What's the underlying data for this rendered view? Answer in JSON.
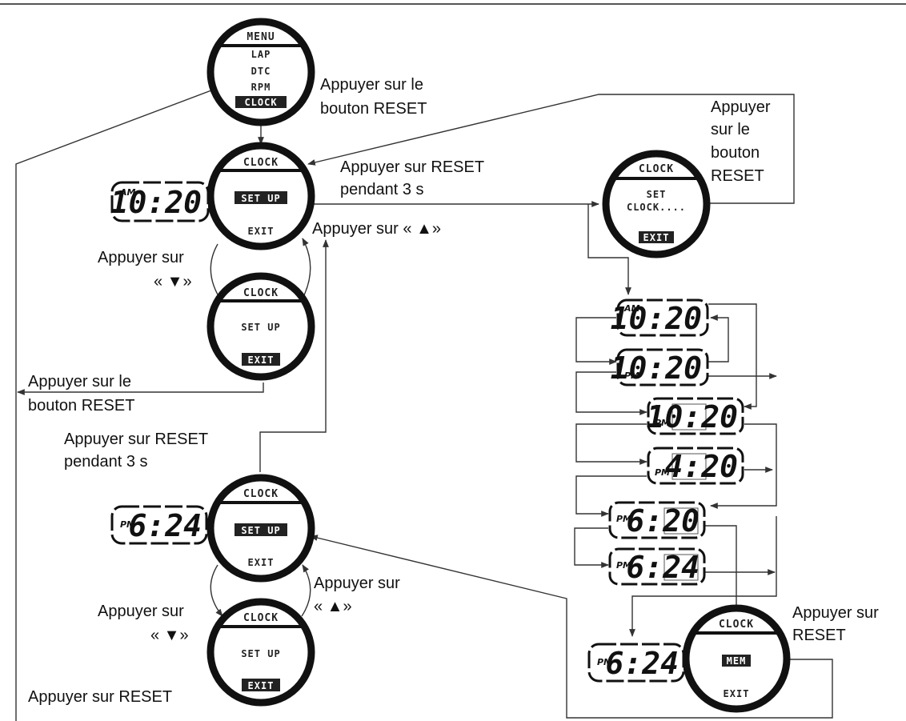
{
  "watch_screens": {
    "menu": {
      "header": "MENU",
      "line1": "LAP",
      "line2": "DTC",
      "line3": "RPM",
      "line4": "CLOCK"
    },
    "clock_setup_1": {
      "header": "CLOCK",
      "line1": "SET UP",
      "line2": "EXIT"
    },
    "clock_exit_1": {
      "header": "CLOCK",
      "line1": "SET UP",
      "line2": "EXIT"
    },
    "set_clock": {
      "header": "CLOCK",
      "line1": "SET",
      "line2": "CLOCK....",
      "line3": "EXIT"
    },
    "clock_setup_2": {
      "header": "CLOCK",
      "line1": "SET UP",
      "line2": "EXIT"
    },
    "clock_exit_2": {
      "header": "CLOCK",
      "line1": "SET UP",
      "line2": "EXIT"
    },
    "clock_mem": {
      "header": "CLOCK",
      "line1": "MEM",
      "line2": "EXIT"
    }
  },
  "time_displays": {
    "d1": {
      "ampm": "AM",
      "time": "10:20"
    },
    "d2": {
      "ampm": "AM",
      "time": "10:20"
    },
    "d3": {
      "ampm": "PM",
      "time": "10:20"
    },
    "d4": {
      "ampm": "PM",
      "time": "10:20"
    },
    "d5": {
      "ampm": "PM",
      "time": "4:20"
    },
    "d6": {
      "ampm": "PM",
      "time": "6:20"
    },
    "d7": {
      "ampm": "PM",
      "time": "6:24"
    },
    "d8": {
      "ampm": "PM",
      "time": "6:24"
    },
    "d9": {
      "ampm": "PM",
      "time": "6:24"
    }
  },
  "labels": {
    "press_reset_menu_1": "Appuyer sur le",
    "press_reset_menu_2": "bouton RESET",
    "press_reset_right_1": "Appuyer",
    "press_reset_right_2": "sur le",
    "press_reset_right_3": "bouton",
    "press_reset_right_4": "RESET",
    "hold_reset_top_1": "Appuyer sur RESET",
    "hold_reset_top_2": "pendant 3 s",
    "press_up_top": "Appuyer sur « ▲»",
    "press_down_top_1": "Appuyer sur",
    "press_down_top_2": "« ▼»",
    "press_reset_exit_1": "Appuyer sur le",
    "press_reset_exit_2": "bouton RESET",
    "hold_reset_bottom_1": "Appuyer sur RESET",
    "hold_reset_bottom_2": "pendant 3 s",
    "press_up_bottom_1": "Appuyer sur",
    "press_up_bottom_2": "« ▲»",
    "press_down_bottom_1": "Appuyer sur",
    "press_down_bottom_2": "« ▼»",
    "press_reset_bottom": "Appuyer sur RESET",
    "press_reset_mem_1": "Appuyer sur",
    "press_reset_mem_2": "RESET"
  }
}
